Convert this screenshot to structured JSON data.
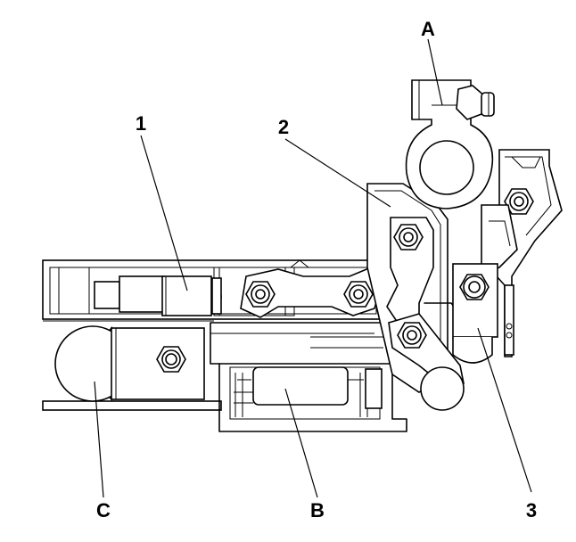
{
  "callouts": {
    "a": "A",
    "b": "B",
    "c": "C",
    "one": "1",
    "two": "2",
    "three": "3"
  },
  "colors": {
    "line": "#000000",
    "background": "#ffffff"
  }
}
